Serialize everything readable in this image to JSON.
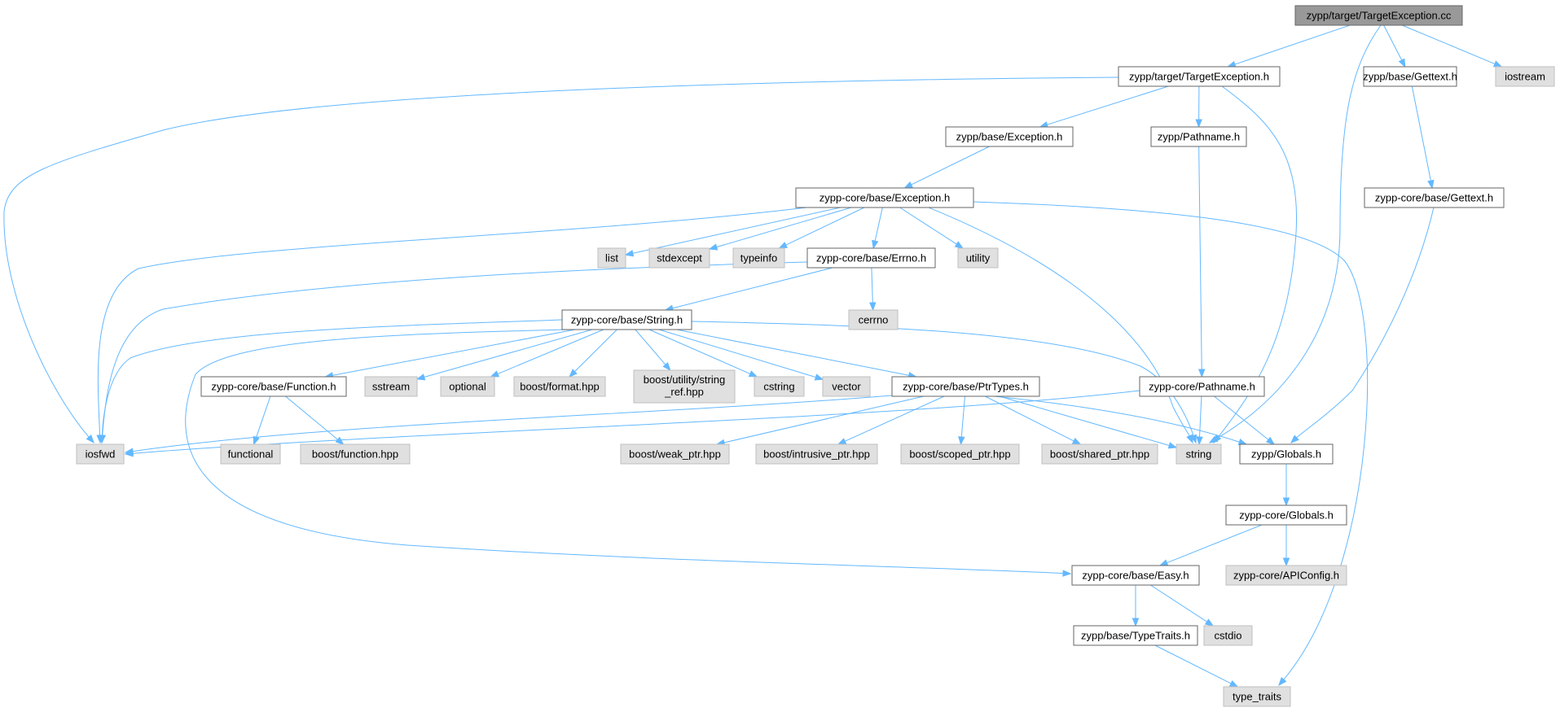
{
  "colors": {
    "edge": "#63b8ff",
    "root_fill": "#999999",
    "root_stroke": "#666666",
    "project_fill": "#ffffff",
    "project_stroke": "#666666",
    "system_fill": "#e0e0e0",
    "system_stroke": "#bfbfbf",
    "text": "#000000"
  },
  "nodes": [
    {
      "id": "n_target_cc",
      "label": "zypp/target/TargetException.cc",
      "kind": "root"
    },
    {
      "id": "n_target_h",
      "label": "zypp/target/TargetException.h",
      "kind": "project"
    },
    {
      "id": "n_gettext",
      "label": "zypp/base/Gettext.h",
      "kind": "project"
    },
    {
      "id": "n_iostream",
      "label": "iostream",
      "kind": "system"
    },
    {
      "id": "n_exception",
      "label": "zypp/base/Exception.h",
      "kind": "project"
    },
    {
      "id": "n_pathname",
      "label": "zypp/Pathname.h",
      "kind": "project"
    },
    {
      "id": "n_core_exception",
      "label": "zypp-core/base/Exception.h",
      "kind": "project"
    },
    {
      "id": "n_core_gettext",
      "label": "zypp-core/base/Gettext.h",
      "kind": "project"
    },
    {
      "id": "n_list",
      "label": "list",
      "kind": "system"
    },
    {
      "id": "n_stdexcept",
      "label": "stdexcept",
      "kind": "system"
    },
    {
      "id": "n_typeinfo",
      "label": "typeinfo",
      "kind": "system"
    },
    {
      "id": "n_errno",
      "label": "zypp-core/base/Errno.h",
      "kind": "project"
    },
    {
      "id": "n_utility",
      "label": "utility",
      "kind": "system"
    },
    {
      "id": "n_cerrno",
      "label": "cerrno",
      "kind": "system"
    },
    {
      "id": "n_string_h",
      "label": "zypp-core/base/String.h",
      "kind": "project"
    },
    {
      "id": "n_function_h",
      "label": "zypp-core/base/Function.h",
      "kind": "project"
    },
    {
      "id": "n_sstream",
      "label": "sstream",
      "kind": "system"
    },
    {
      "id": "n_optional",
      "label": "optional",
      "kind": "system"
    },
    {
      "id": "n_boost_format",
      "label": "boost/format.hpp",
      "kind": "system"
    },
    {
      "id": "n_boost_string_ref",
      "label": "boost/utility/string_ref.hpp",
      "kind": "system",
      "lines": [
        "boost/utility/string",
        "_ref.hpp"
      ]
    },
    {
      "id": "n_cstring",
      "label": "cstring",
      "kind": "system"
    },
    {
      "id": "n_vector",
      "label": "vector",
      "kind": "system"
    },
    {
      "id": "n_ptrtypes",
      "label": "zypp-core/base/PtrTypes.h",
      "kind": "project"
    },
    {
      "id": "n_core_pathname",
      "label": "zypp-core/Pathname.h",
      "kind": "project"
    },
    {
      "id": "n_iosfwd",
      "label": "iosfwd",
      "kind": "system"
    },
    {
      "id": "n_functional",
      "label": "functional",
      "kind": "system"
    },
    {
      "id": "n_boost_function",
      "label": "boost/function.hpp",
      "kind": "system"
    },
    {
      "id": "n_boost_weak",
      "label": "boost/weak_ptr.hpp",
      "kind": "system"
    },
    {
      "id": "n_boost_intrusive",
      "label": "boost/intrusive_ptr.hpp",
      "kind": "system"
    },
    {
      "id": "n_boost_scoped",
      "label": "boost/scoped_ptr.hpp",
      "kind": "system"
    },
    {
      "id": "n_boost_shared",
      "label": "boost/shared_ptr.hpp",
      "kind": "system"
    },
    {
      "id": "n_string",
      "label": "string",
      "kind": "system"
    },
    {
      "id": "n_globals",
      "label": "zypp/Globals.h",
      "kind": "project"
    },
    {
      "id": "n_core_globals",
      "label": "zypp-core/Globals.h",
      "kind": "project"
    },
    {
      "id": "n_easy",
      "label": "zypp-core/base/Easy.h",
      "kind": "project"
    },
    {
      "id": "n_apiconfig",
      "label": "zypp-core/APIConfig.h",
      "kind": "system"
    },
    {
      "id": "n_typetraits_h",
      "label": "zypp/base/TypeTraits.h",
      "kind": "project"
    },
    {
      "id": "n_cstdio",
      "label": "cstdio",
      "kind": "system"
    },
    {
      "id": "n_type_traits",
      "label": "type_traits",
      "kind": "system"
    }
  ],
  "edges": [
    [
      "n_target_cc",
      "n_target_h"
    ],
    [
      "n_target_cc",
      "n_gettext"
    ],
    [
      "n_target_cc",
      "n_iostream"
    ],
    [
      "n_target_cc",
      "n_string"
    ],
    [
      "n_target_h",
      "n_exception"
    ],
    [
      "n_target_h",
      "n_pathname"
    ],
    [
      "n_target_h",
      "n_iosfwd"
    ],
    [
      "n_target_h",
      "n_string"
    ],
    [
      "n_gettext",
      "n_core_gettext"
    ],
    [
      "n_exception",
      "n_core_exception"
    ],
    [
      "n_pathname",
      "n_core_pathname"
    ],
    [
      "n_core_exception",
      "n_list"
    ],
    [
      "n_core_exception",
      "n_stdexcept"
    ],
    [
      "n_core_exception",
      "n_typeinfo"
    ],
    [
      "n_core_exception",
      "n_errno"
    ],
    [
      "n_core_exception",
      "n_utility"
    ],
    [
      "n_core_exception",
      "n_iosfwd"
    ],
    [
      "n_core_exception",
      "n_string"
    ],
    [
      "n_core_exception",
      "n_type_traits"
    ],
    [
      "n_core_gettext",
      "n_globals"
    ],
    [
      "n_errno",
      "n_cerrno"
    ],
    [
      "n_errno",
      "n_string_h"
    ],
    [
      "n_errno",
      "n_iosfwd"
    ],
    [
      "n_string_h",
      "n_function_h"
    ],
    [
      "n_string_h",
      "n_sstream"
    ],
    [
      "n_string_h",
      "n_optional"
    ],
    [
      "n_string_h",
      "n_boost_format"
    ],
    [
      "n_string_h",
      "n_boost_string_ref"
    ],
    [
      "n_string_h",
      "n_cstring"
    ],
    [
      "n_string_h",
      "n_vector"
    ],
    [
      "n_string_h",
      "n_ptrtypes"
    ],
    [
      "n_string_h",
      "n_iosfwd"
    ],
    [
      "n_string_h",
      "n_string"
    ],
    [
      "n_string_h",
      "n_easy"
    ],
    [
      "n_function_h",
      "n_functional"
    ],
    [
      "n_function_h",
      "n_boost_function"
    ],
    [
      "n_ptrtypes",
      "n_iosfwd"
    ],
    [
      "n_ptrtypes",
      "n_boost_weak"
    ],
    [
      "n_ptrtypes",
      "n_boost_intrusive"
    ],
    [
      "n_ptrtypes",
      "n_boost_scoped"
    ],
    [
      "n_ptrtypes",
      "n_boost_shared"
    ],
    [
      "n_ptrtypes",
      "n_string"
    ],
    [
      "n_ptrtypes",
      "n_globals"
    ],
    [
      "n_core_pathname",
      "n_string"
    ],
    [
      "n_core_pathname",
      "n_globals"
    ],
    [
      "n_core_pathname",
      "n_iosfwd"
    ],
    [
      "n_globals",
      "n_core_globals"
    ],
    [
      "n_core_globals",
      "n_easy"
    ],
    [
      "n_core_globals",
      "n_apiconfig"
    ],
    [
      "n_easy",
      "n_typetraits_h"
    ],
    [
      "n_easy",
      "n_cstdio"
    ],
    [
      "n_typetraits_h",
      "n_type_traits"
    ]
  ]
}
